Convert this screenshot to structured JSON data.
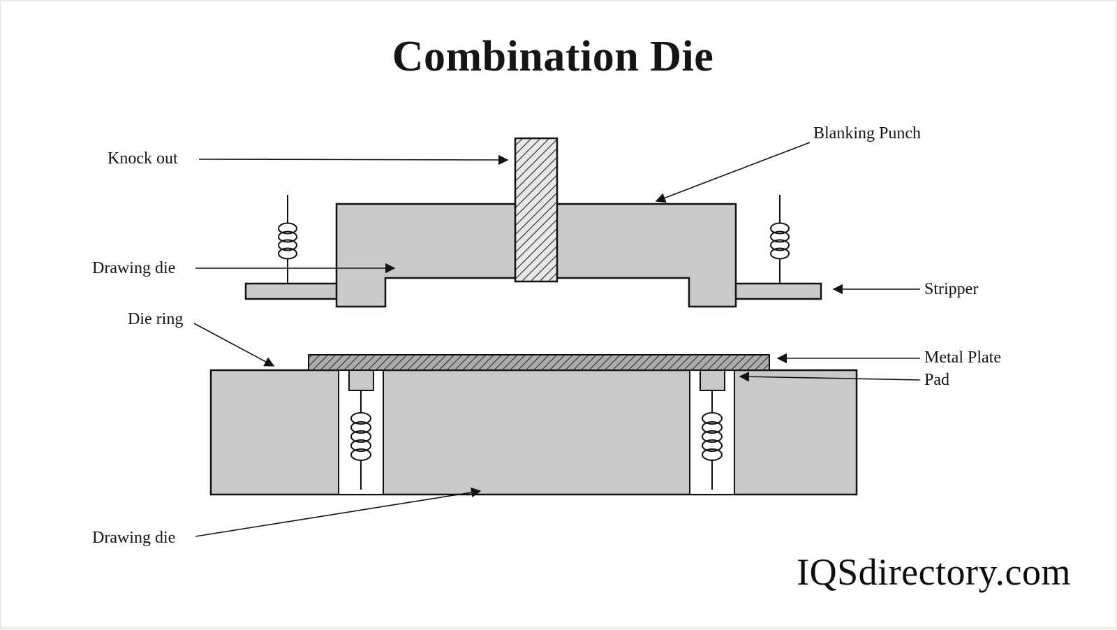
{
  "title": "Combination Die",
  "watermark": "IQSdirectory.com",
  "labels": {
    "knock_out": "Knock out",
    "blanking_punch": "Blanking Punch",
    "drawing_die_upper": "Drawing die",
    "stripper": "Stripper",
    "die_ring": "Die ring",
    "metal_plate": "Metal Plate",
    "pad": "Pad",
    "drawing_die_lower": "Drawing die"
  },
  "colors": {
    "background": "#ffffff",
    "block_fill": "#c9c9c9",
    "outline": "#111111",
    "punch_hatch_base": "#e8e8e8",
    "plate_hatch_base": "#a9a9a9"
  }
}
